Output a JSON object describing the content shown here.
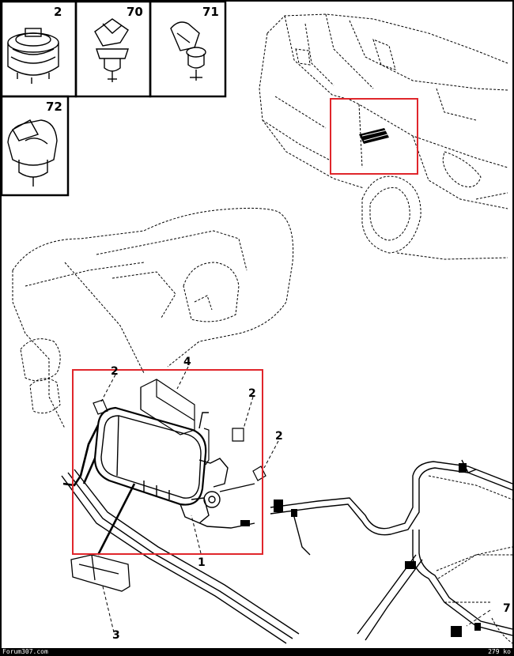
{
  "insets": [
    {
      "id": "inset-2",
      "number": "2"
    },
    {
      "id": "inset-70",
      "number": "70"
    },
    {
      "id": "inset-71",
      "number": "71"
    },
    {
      "id": "inset-72",
      "number": "72"
    }
  ],
  "callouts": [
    {
      "id": "callout-2-a",
      "number": "2"
    },
    {
      "id": "callout-4",
      "number": "4"
    },
    {
      "id": "callout-2-b",
      "number": "2"
    },
    {
      "id": "callout-2-c",
      "number": "2"
    },
    {
      "id": "callout-1",
      "number": "1"
    },
    {
      "id": "callout-3",
      "number": "3"
    },
    {
      "id": "callout-7",
      "number": "7"
    }
  ],
  "footer": {
    "left": "Forum307.com",
    "right": "279 ko"
  },
  "colors": {
    "highlight": "#e0262b",
    "line": "#000000",
    "background": "#ffffff"
  }
}
